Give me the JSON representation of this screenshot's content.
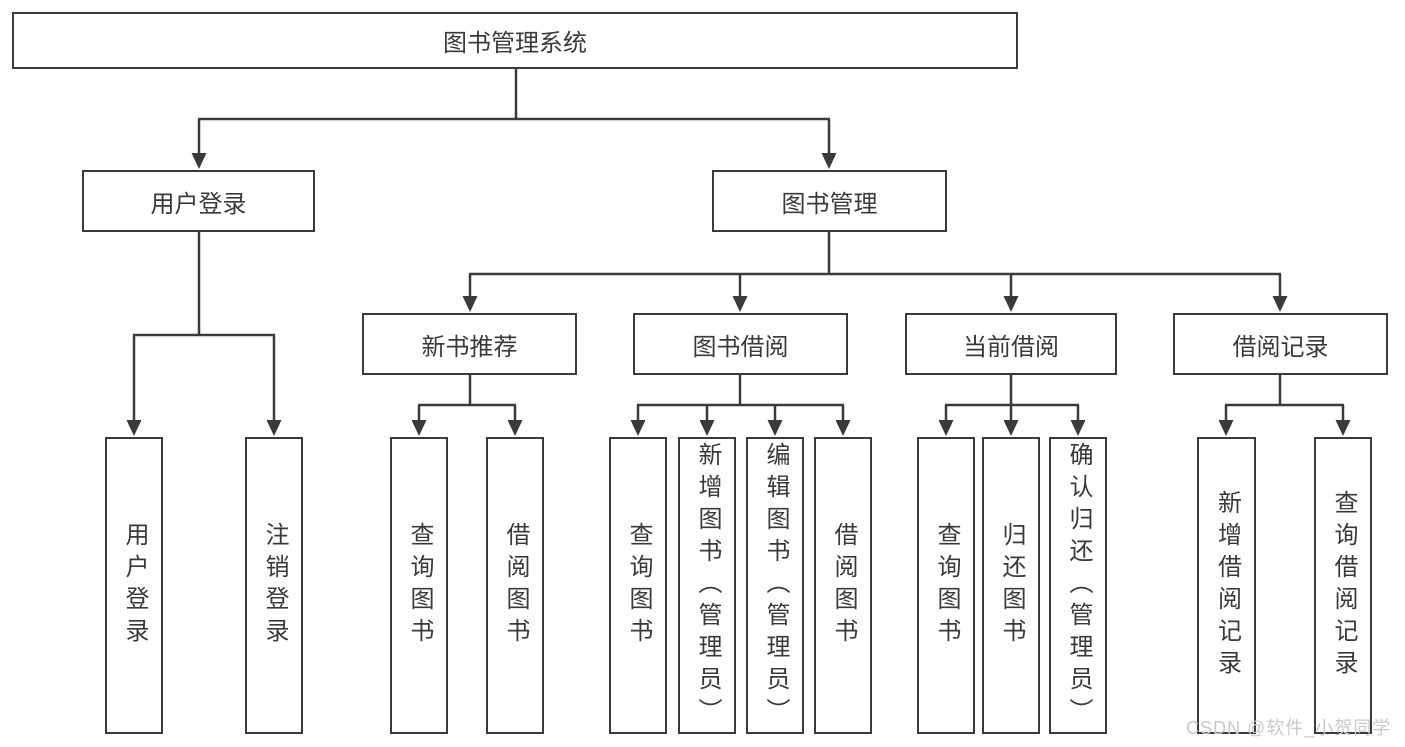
{
  "title": {
    "label": "图书管理系统"
  },
  "level2": {
    "user_login": "用户登录",
    "book_mgmt": "图书管理"
  },
  "level3": {
    "new_book_rec": "新书推荐",
    "book_borrow": "图书借阅",
    "current_borrow": "当前借阅",
    "borrow_record": "借阅记录"
  },
  "leaves": {
    "user_login": "用户登录",
    "logout": "注销登录",
    "nbr_query": "查询图书",
    "nbr_borrow": "借阅图书",
    "bb_query": "查询图书",
    "bb_add": "新增图书（管理员）",
    "bb_edit": "编辑图书（管理员）",
    "bb_borrow": "借阅图书",
    "cb_query": "查询图书",
    "cb_return": "归还图书",
    "cb_confirm": "确认归还（管理员）",
    "br_add": "新增借阅记录",
    "br_query": "查询借阅记录"
  },
  "watermark": "CSDN @软件_小贺同学",
  "colors": {
    "line": "#3a3a3a",
    "text": "#3a3a3a",
    "watermark": "#c9c9c9"
  }
}
